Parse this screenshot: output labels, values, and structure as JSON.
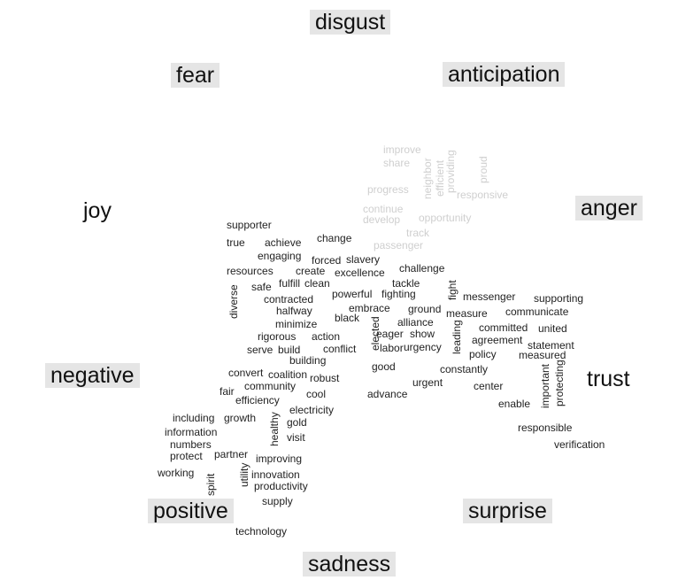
{
  "categories": {
    "disgust": "disgust",
    "fear": "fear",
    "anticipation": "anticipation",
    "joy": "joy",
    "anger": "anger",
    "negative": "negative",
    "trust": "trust",
    "positive": "positive",
    "surprise": "surprise",
    "sadness": "sadness"
  },
  "colors": {
    "dark_words": "#222222",
    "light_words": "#cfcfcf",
    "label_bg": "#e5e5e5"
  },
  "light_words": [
    "improve",
    "share",
    "neighbor",
    "efficient",
    "providing",
    "proud",
    "progress",
    "responsive",
    "continue",
    "develop",
    "opportunity",
    "track",
    "passenger"
  ],
  "dark_words": [
    "supporter",
    "true",
    "achieve",
    "change",
    "engaging",
    "forced",
    "slavery",
    "resources",
    "create",
    "excellence",
    "challenge",
    "safe",
    "fulfill",
    "clean",
    "tackle",
    "diverse",
    "contracted",
    "powerful",
    "fighting",
    "fight",
    "messenger",
    "supporting",
    "halfway",
    "embrace",
    "ground",
    "measure",
    "communicate",
    "minimize",
    "black",
    "alliance",
    "elected",
    "committed",
    "united",
    "rigorous",
    "action",
    "eager",
    "show",
    "leading",
    "agreement",
    "statement",
    "serve",
    "build",
    "conflict",
    "labor",
    "urgency",
    "policy",
    "measured",
    "building",
    "good",
    "constantly",
    "convert",
    "coalition",
    "robust",
    "important",
    "protecting",
    "community",
    "urgent",
    "center",
    "fair",
    "cool",
    "advance",
    "efficiency",
    "enable",
    "electricity",
    "including",
    "growth",
    "healthy",
    "gold",
    "information",
    "visit",
    "responsible",
    "numbers",
    "verification",
    "protect",
    "partner",
    "improving",
    "working",
    "utility",
    "innovation",
    "spirit",
    "productivity",
    "supply",
    "technology"
  ]
}
